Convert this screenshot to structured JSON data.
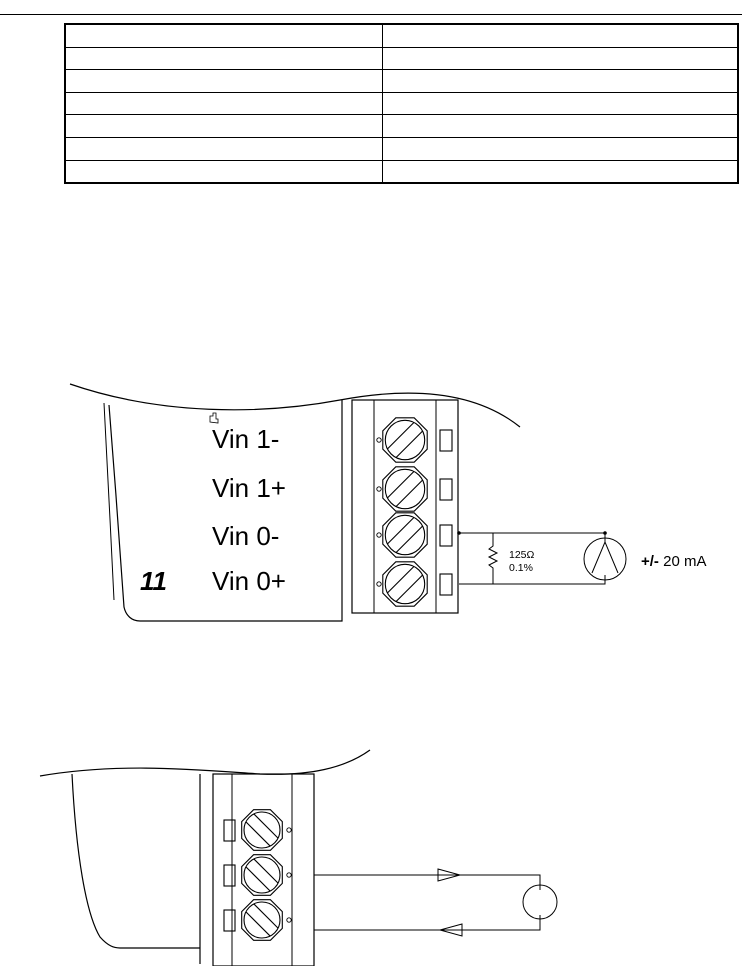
{
  "table": {
    "rows": 7,
    "columns": 2
  },
  "diagram1": {
    "module_number": "11",
    "terminals": [
      "Vin 1-",
      "Vin 1+",
      "Vin 0-",
      "Vin 0+"
    ],
    "resistor_value": "125Ω",
    "resistor_tolerance": "0.1%",
    "source_label_sign": "+/-",
    "source_label_value": " 20 mA"
  },
  "colors": {
    "ink": "#000000",
    "background": "#ffffff"
  }
}
